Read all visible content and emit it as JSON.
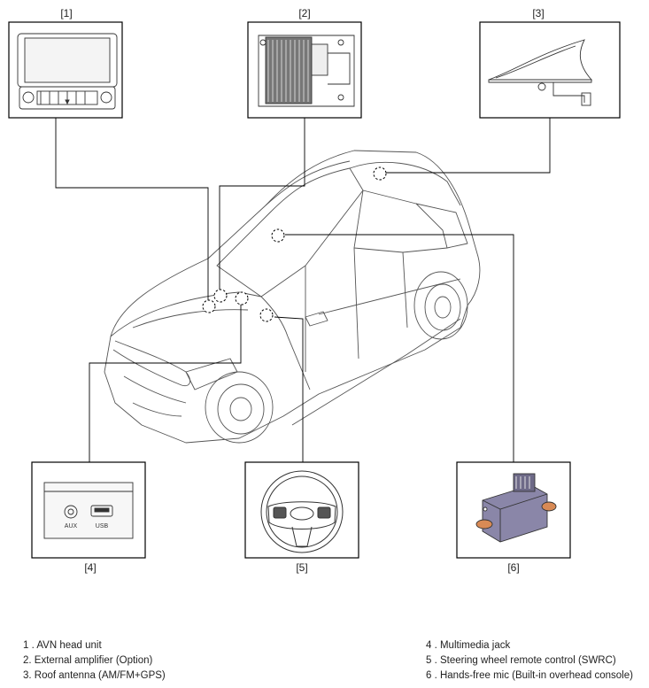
{
  "callouts": [
    "[1]",
    "[2]",
    "[3]",
    "[4]",
    "[5]",
    "[6]"
  ],
  "components": [
    {
      "id": "1",
      "name": "avn-head-unit"
    },
    {
      "id": "2",
      "name": "external-amplifier"
    },
    {
      "id": "3",
      "name": "roof-antenna"
    },
    {
      "id": "4",
      "name": "multimedia-jack"
    },
    {
      "id": "5",
      "name": "steering-wheel-remote-control"
    },
    {
      "id": "6",
      "name": "hands-free-mic"
    }
  ],
  "jack_labels": {
    "aux": "AUX",
    "usb": "USB"
  },
  "legend": {
    "left": [
      "1 . AVN head unit",
      "2. External amplifier (Option)",
      "3. Roof antenna (AM/FM+GPS)"
    ],
    "right": [
      "4 . Multimedia jack",
      "5 . Steering wheel remote control (SWRC)",
      "6 . Hands-free mic (Built-in overhead console)"
    ]
  },
  "colors": {
    "line": "#000000",
    "drawing": "#555555",
    "mic_body": "#8a86a8",
    "mic_tab": "#d88a55"
  }
}
